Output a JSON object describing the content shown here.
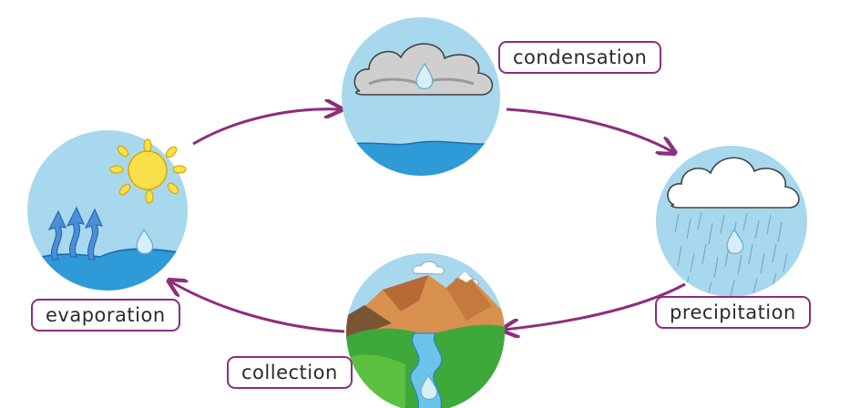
{
  "diagram": {
    "stages": {
      "condensation": "condensation",
      "precipitation": "precipitation",
      "collection": "collection",
      "evaporation": "evaporation"
    }
  },
  "colors": {
    "arrow": "#8e2d7c",
    "label_border": "#8e2d7c",
    "sky": "#a8d8ee",
    "water": "#2e9ad8",
    "sun": "#f7e04a",
    "cloud_grey": "#c9c9c9",
    "grass": "#3ea83a"
  }
}
